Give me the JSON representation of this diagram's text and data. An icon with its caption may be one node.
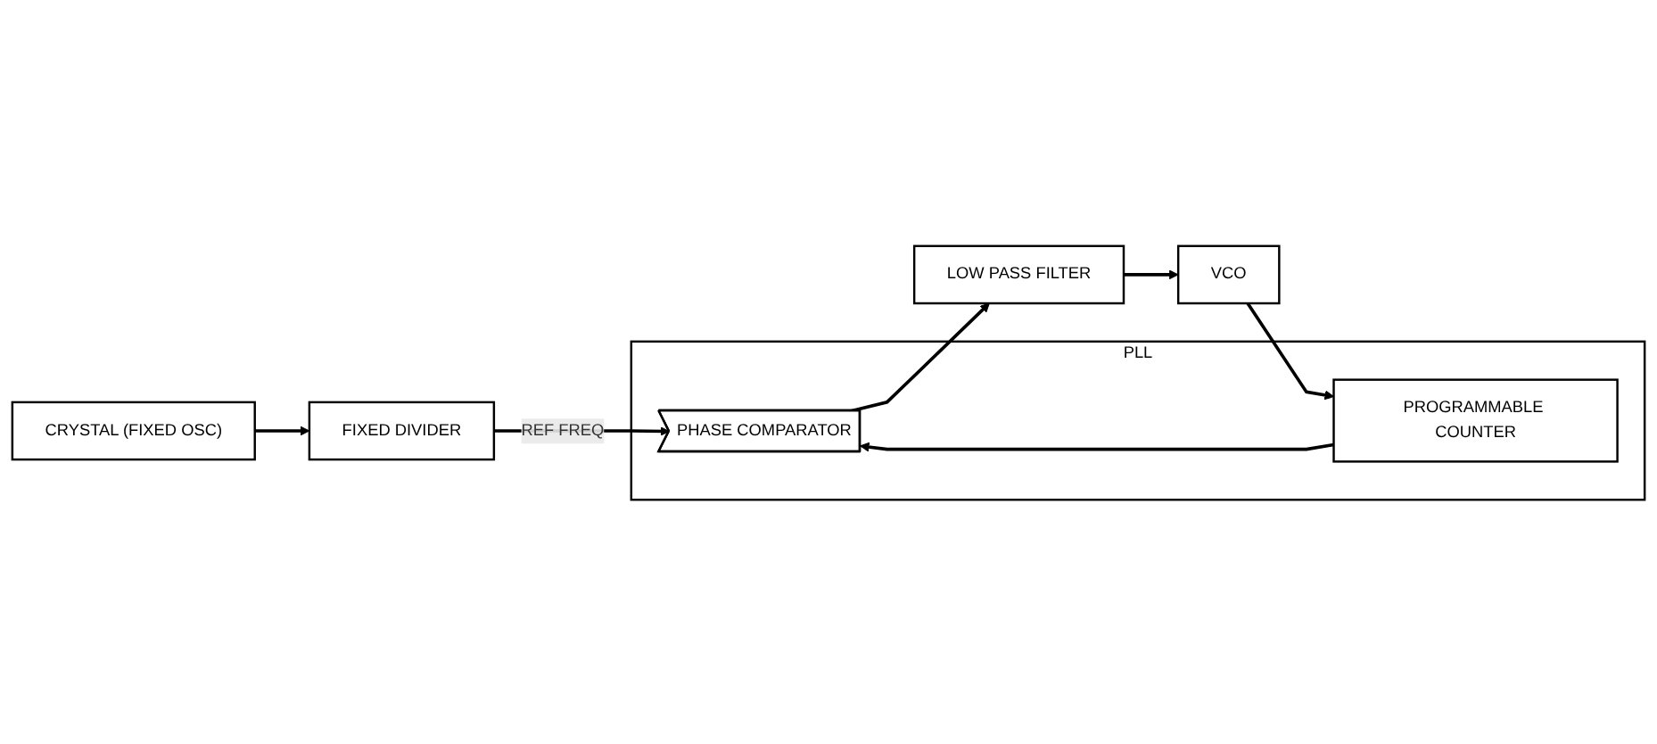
{
  "diagram": {
    "nodes": [
      {
        "text": [
          "CRYSTAL (FIXED OSC)"
        ]
      },
      {
        "text": [
          "FIXED DIVIDER"
        ]
      },
      {
        "text": [
          "PLL"
        ]
      },
      {
        "text": [
          "VCO"
        ]
      },
      {
        "text": [
          "PROGRAMMABLE COUNTER"
        ],
        "in": 2
      },
      {
        "text": [
          "PHASE COMPARATOR"
        ],
        "in": 2
      },
      {
        "text": [
          "LOW PASS FILTER"
        ]
      }
    ],
    "edges": [
      {
        "from": 0,
        "to": 1,
        "arrow": "to"
      },
      {
        "from": 1,
        "to": 5,
        "arrow": "to",
        "label": "REF FREQ"
      },
      {
        "from": 3,
        "to": 4,
        "arrow": "to"
      },
      {
        "from": 4,
        "to": 5,
        "arrow": "to"
      },
      {
        "from": 5,
        "to": 6,
        "arrow": "to"
      },
      {
        "from": 6,
        "to": 3,
        "arrow": "to"
      }
    ]
  }
}
